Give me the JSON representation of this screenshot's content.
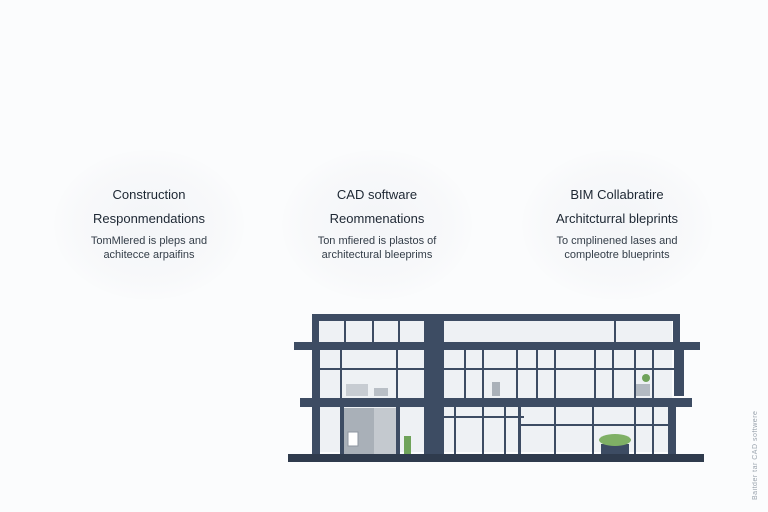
{
  "cards": [
    {
      "title_line1": "Construction",
      "title_line2": "Responmendations",
      "desc_line1": "TomMlered is pleps and",
      "desc_line2": "achitecce arpaifins"
    },
    {
      "title_line1": "CAD software",
      "title_line2": "Reommenations",
      "desc_line1": "Ton mfiered is plastos of",
      "desc_line2": "architectural bleeprims"
    },
    {
      "title_line1": "BIM Collabratire",
      "title_line2": "Architcturral bleprints",
      "desc_line1": "To cmplinened lases and",
      "desc_line2": "compleotre blueprints"
    }
  ],
  "side_caption": "Baitder tar CAD softwere",
  "colors": {
    "structure": "#3d4c63",
    "glass": "#eef1f4",
    "ground": "#2f3b4d",
    "plant": "#6fa35a"
  }
}
